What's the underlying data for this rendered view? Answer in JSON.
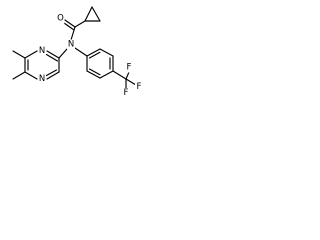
{
  "molecule": {
    "atoms": {
      "amide_oxygen": "O",
      "amide_nitrogen": "N",
      "pyrimidine_nitrogen_upper": "N",
      "pyrimidine_nitrogen_lower": "N",
      "fluorine_top": "F",
      "fluorine_right": "F",
      "fluorine_bottom": "F"
    },
    "colors": {
      "bond": "#000000",
      "label": "#000000",
      "background": "#ffffff"
    }
  }
}
